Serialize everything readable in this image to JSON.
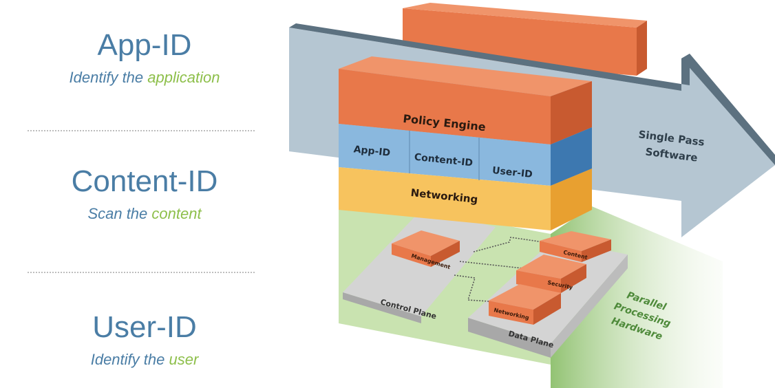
{
  "left": {
    "app_id": {
      "title": "App-ID",
      "sub_prefix": "Identify the ",
      "sub_accent": "application"
    },
    "content_id": {
      "title": "Content-ID",
      "sub_prefix": "Scan the ",
      "sub_accent": "content"
    },
    "user_id": {
      "title": "User-ID",
      "sub_prefix": "Identify the ",
      "sub_accent": "user"
    }
  },
  "diagram": {
    "policy_engine": "Policy Engine",
    "app_id": "App-ID",
    "content_id": "Content-ID",
    "user_id": "User-ID",
    "networking": "Networking",
    "arrow_line1": "Single Pass",
    "arrow_line2": "Software",
    "management": "Management",
    "control_plane": "Control Plane",
    "content_module": "Content",
    "security_module": "Security",
    "networking_module": "Networking",
    "data_plane": "Data Plane",
    "hardware_line1": "Parallel",
    "hardware_line2": "Processing",
    "hardware_line3": "Hardware"
  },
  "colors": {
    "title_blue": "#4a7da5",
    "accent_green": "#8dbf4a",
    "orange": "#e8784a",
    "blue_band": "#8ab8de",
    "yellow_band": "#f7c35e",
    "arrow_grey": "#b5c6d2",
    "arrow_dark": "#5c7180",
    "green_base": "#b8d99a"
  }
}
